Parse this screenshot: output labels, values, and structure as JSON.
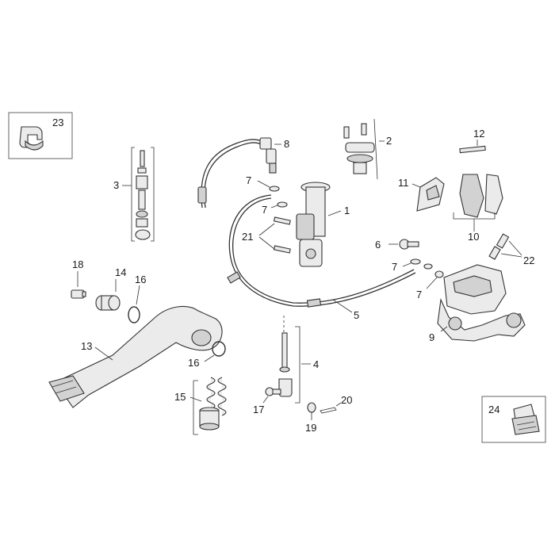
{
  "callouts": {
    "c1": "1",
    "c2": "2",
    "c3": "3",
    "c4": "4",
    "c5": "5",
    "c6": "6",
    "c7a": "7",
    "c7b": "7",
    "c7c": "7",
    "c7d": "7",
    "c8": "8",
    "c9": "9",
    "c10": "10",
    "c11": "11",
    "c12": "12",
    "c13": "13",
    "c14": "14",
    "c15": "15",
    "c16a": "16",
    "c16b": "16",
    "c17": "17",
    "c18": "18",
    "c19": "19",
    "c20": "20",
    "c21": "21",
    "c22": "22",
    "c23": "23",
    "c24": "24"
  }
}
